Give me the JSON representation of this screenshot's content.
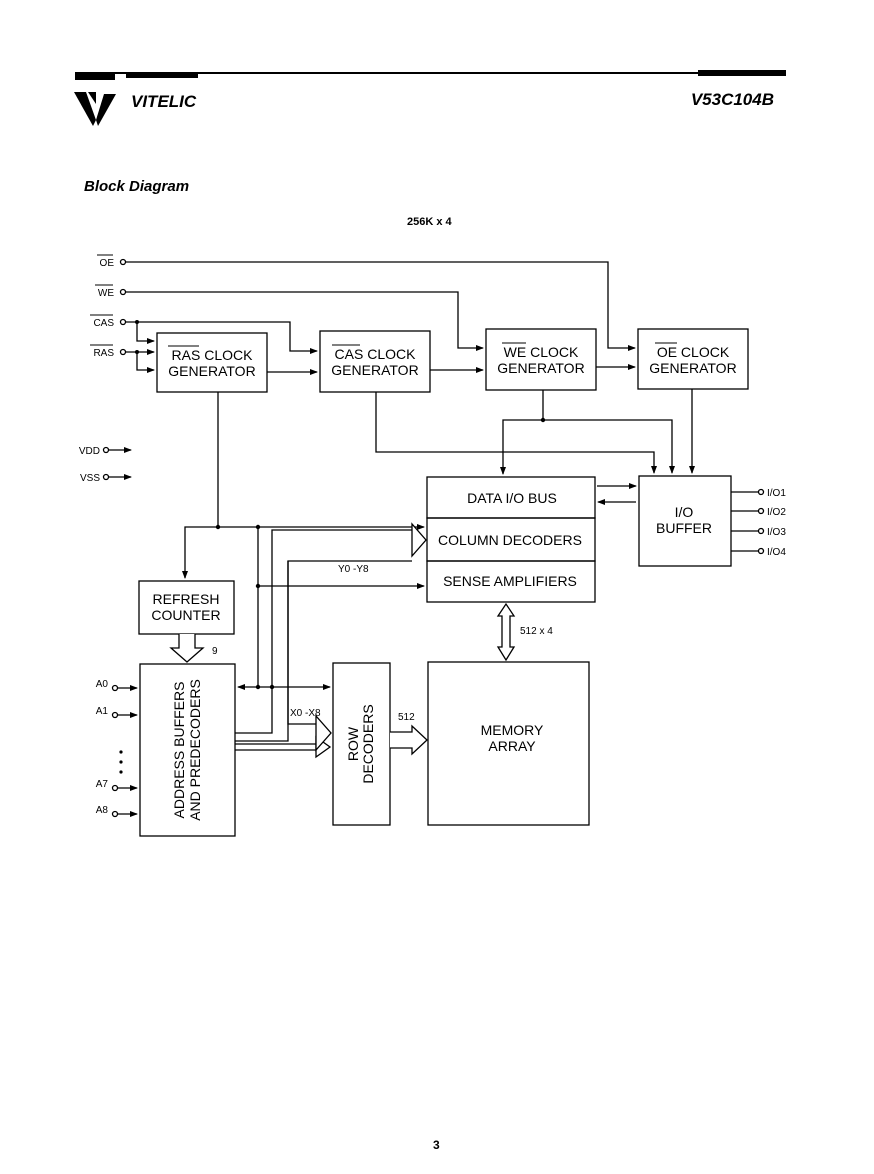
{
  "header": {
    "brand": "VITELIC",
    "part_number": "V53C104B"
  },
  "title": "Block Diagram",
  "subtitle": "256K x 4",
  "page_number": "3",
  "blocks": {
    "ras_clock": [
      "RAS CLOCK",
      "GENERATOR"
    ],
    "cas_clock": [
      "CAS CLOCK",
      "GENERATOR"
    ],
    "we_clock": [
      "WE CLOCK",
      "GENERATOR"
    ],
    "oe_clock": [
      "OE CLOCK",
      "GENERATOR"
    ],
    "data_io_bus": "DATA I/O BUS",
    "column_decoders": "COLUMN DECODERS",
    "sense_amplifiers": "SENSE AMPLIFIERS",
    "io_buffer": [
      "I/O",
      "BUFFER"
    ],
    "refresh_counter": [
      "REFRESH",
      "COUNTER"
    ],
    "address_buffers": [
      "ADDRESS BUFFERS",
      "AND PREDECODERS"
    ],
    "row_decoders": [
      "ROW",
      "DECODERS"
    ],
    "memory_array": [
      "MEMORY",
      "ARRAY"
    ]
  },
  "pins": {
    "oe": "OE",
    "we": "WE",
    "cas": "CAS",
    "ras": "RAS",
    "vdd": "VDD",
    "vss": "VSS",
    "io": [
      "I/O1",
      "I/O2",
      "I/O3",
      "I/O4"
    ],
    "addr": [
      "A0",
      "A1",
      "A7",
      "A8"
    ]
  },
  "bus_labels": {
    "refresh_width": "9",
    "y_addr": "Y0 -Y8",
    "x_addr": "X0 -X8",
    "row_width": "512",
    "sense_width": "512 x 4"
  }
}
